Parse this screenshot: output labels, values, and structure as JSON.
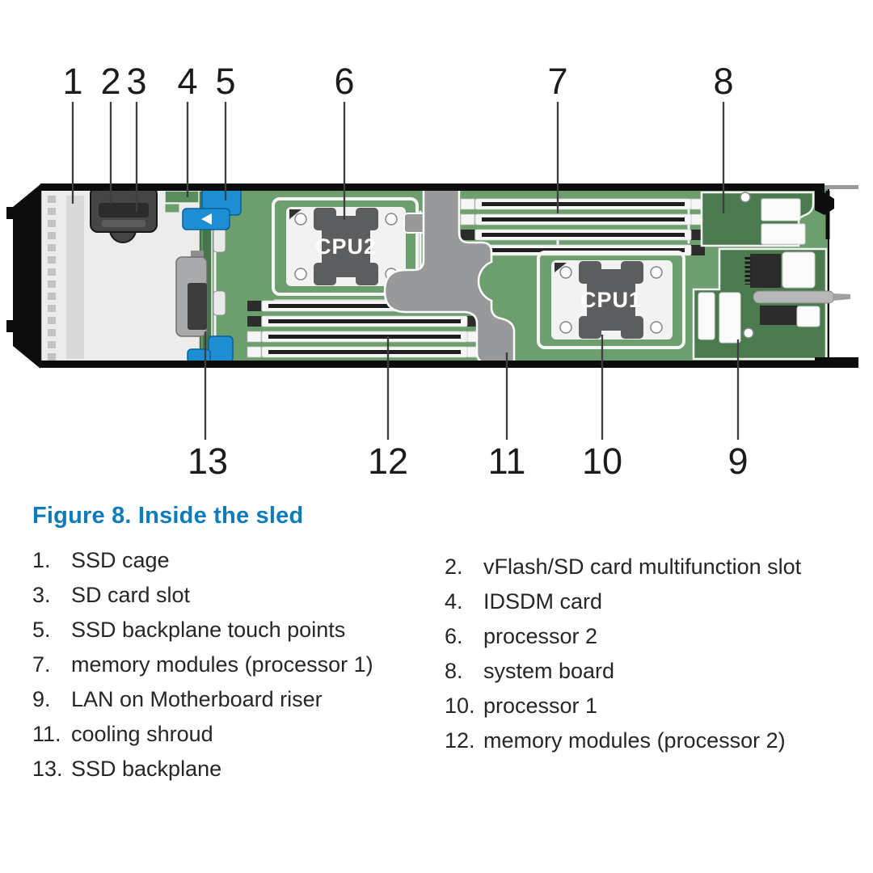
{
  "figure": {
    "caption": "Figure 8. Inside the sled"
  },
  "diagram": {
    "cpu1_label": "CPU1",
    "cpu2_label": "CPU2",
    "callouts_top": [
      "1",
      "2",
      "3",
      "4",
      "5",
      "6",
      "7",
      "8"
    ],
    "callouts_bottom": [
      "13",
      "12",
      "11",
      "10",
      "9"
    ]
  },
  "legend": {
    "left": [
      {
        "num": "1.",
        "label": "SSD cage"
      },
      {
        "num": "3.",
        "label": "SD card slot"
      },
      {
        "num": "5.",
        "label": "SSD backplane touch points"
      },
      {
        "num": "7.",
        "label": "memory modules (processor 1)"
      },
      {
        "num": "9.",
        "label": "LAN on Motherboard riser"
      },
      {
        "num": "11.",
        "label": "cooling shroud"
      },
      {
        "num": "13.",
        "label": "SSD backplane"
      }
    ],
    "right": [
      {
        "num": "2.",
        "label": "vFlash/SD card multifunction slot"
      },
      {
        "num": "4.",
        "label": "IDSDM card"
      },
      {
        "num": "6.",
        "label": "processor 2"
      },
      {
        "num": "8.",
        "label": "system board"
      },
      {
        "num": "10.",
        "label": "processor 1"
      },
      {
        "num": "12.",
        "label": "memory modules (processor 2)"
      }
    ]
  },
  "palette": {
    "caption_blue": "#0e7cba",
    "board_green": "#6d9e6d",
    "dark_green": "#4a7a4e",
    "touch_point_blue": "#1e8ed2",
    "cpu_chip_gray": "#5c5e5f",
    "shroud_gray": "#97999b",
    "chassis_black": "#0c0c0c",
    "cage_gray": "#ececec",
    "legend_text": "#262626"
  }
}
